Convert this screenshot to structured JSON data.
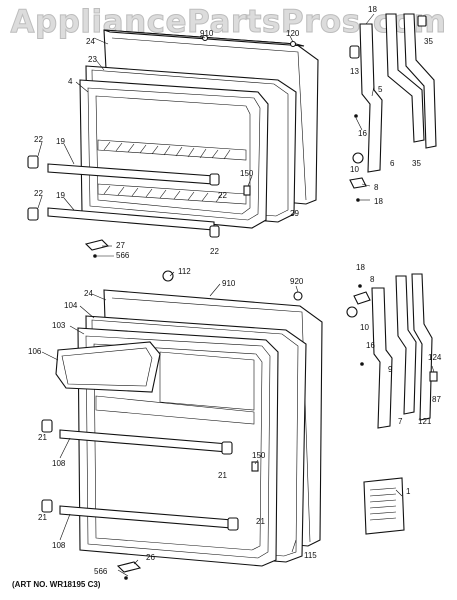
{
  "watermark": "AppliancePartsPros.com",
  "art_number": "(ART NO. WR18195 C3)",
  "callouts": {
    "c1": "1",
    "c4": "4",
    "c5": "5",
    "c6": "6",
    "c7": "7",
    "c8a": "8",
    "c8b": "8",
    "c9": "9",
    "c10a": "10",
    "c10b": "10",
    "c13": "13",
    "c16a": "16",
    "c16b": "16",
    "c18a": "18",
    "c18b": "18",
    "c18c": "18",
    "c19a": "19",
    "c19b": "19",
    "c21a": "21",
    "c21b": "21",
    "c21c": "21",
    "c21d": "21",
    "c22a": "22",
    "c22b": "22",
    "c22c": "22",
    "c22d": "22",
    "c23": "23",
    "c24a": "24",
    "c24b": "24",
    "c26": "26",
    "c27": "27",
    "c29": "29",
    "c35a": "35",
    "c35b": "35",
    "c87": "87",
    "c103": "103",
    "c104": "104",
    "c106": "106",
    "c108a": "108",
    "c108b": "108",
    "c112": "112",
    "c115": "115",
    "c120": "120",
    "c121": "121",
    "c124": "124",
    "c150a": "150",
    "c150b": "150",
    "c566a": "566",
    "c566b": "566",
    "c910a": "910",
    "c910b": "910",
    "c920": "920"
  }
}
